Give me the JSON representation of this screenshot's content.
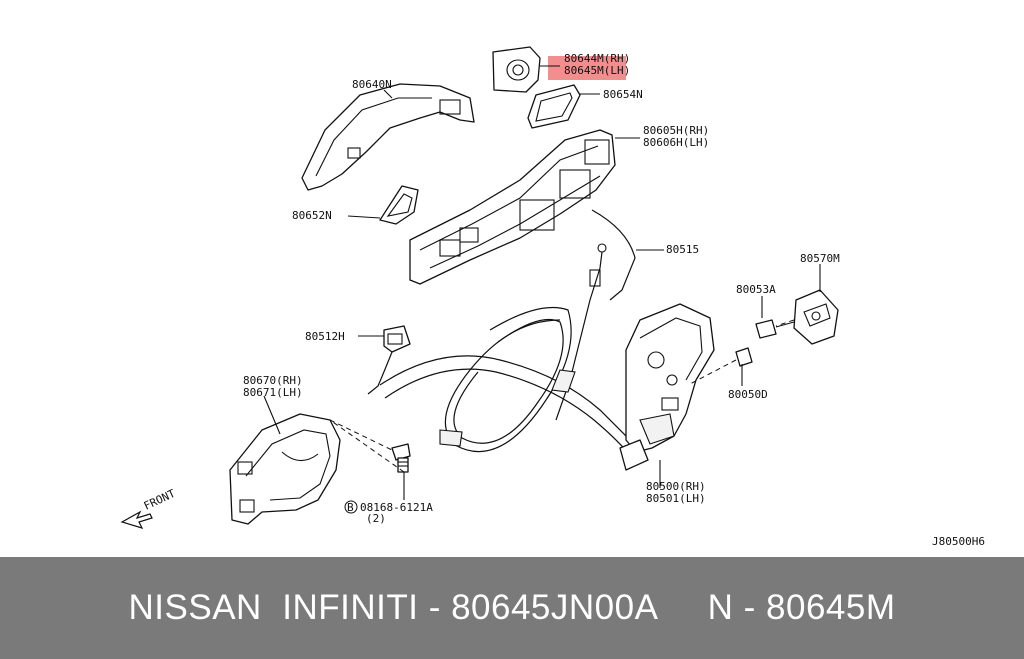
{
  "diagram": {
    "parts": [
      {
        "id": "p1",
        "lines": [
          "80644M(RH)",
          "80645M(LH)"
        ],
        "highlight": true
      },
      {
        "id": "p2",
        "lines": [
          "80640N"
        ]
      },
      {
        "id": "p3",
        "lines": [
          "80654N"
        ]
      },
      {
        "id": "p4",
        "lines": [
          "80605H(RH)",
          "80606H(LH)"
        ]
      },
      {
        "id": "p5",
        "lines": [
          "80652N"
        ]
      },
      {
        "id": "p6",
        "lines": [
          "80515"
        ]
      },
      {
        "id": "p7",
        "lines": [
          "80570M"
        ]
      },
      {
        "id": "p8",
        "lines": [
          "80053A"
        ]
      },
      {
        "id": "p9",
        "lines": [
          "80512H"
        ]
      },
      {
        "id": "p10",
        "lines": [
          "80050D"
        ]
      },
      {
        "id": "p11",
        "lines": [
          "80670(RH)",
          "80671(LH)"
        ]
      },
      {
        "id": "p12",
        "lines": [
          "80500(RH)",
          "80501(LH)"
        ]
      },
      {
        "id": "p13",
        "lines": [
          "08168-6121A",
          "(2)"
        ],
        "badge": "B"
      }
    ],
    "front_label": "FRONT",
    "diagram_code": "J80500H6",
    "highlight_color": "#f07a7a"
  },
  "footer": {
    "text": "NISSAN  INFINITI - 80645JN00A     N - 80645M",
    "background": "#7a7a7a"
  }
}
